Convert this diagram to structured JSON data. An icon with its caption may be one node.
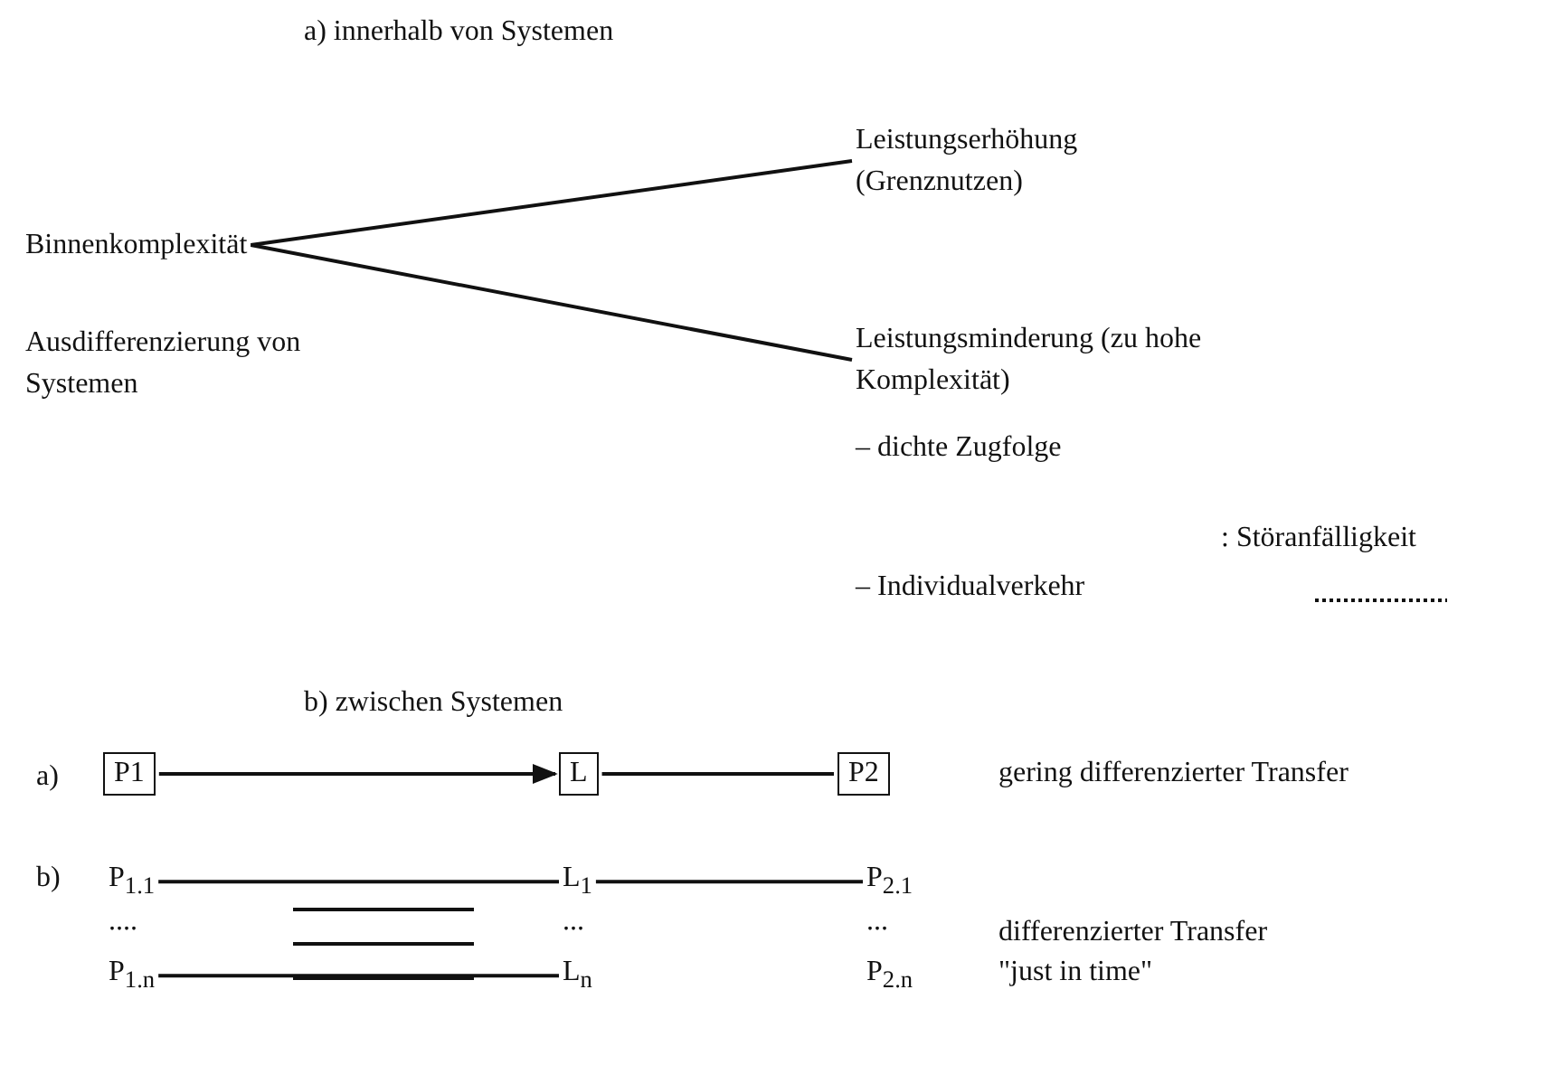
{
  "diagram": {
    "nodes": [
      {
        "text": [
          "Binnenkomplexität"
        ]
      },
      {
        "text": [
          "Ausdifferenzierung von Systemen"
        ]
      },
      {
        "text": [
          "Leistungserhöhung (Grenznutzen)"
        ]
      },
      {
        "text": [
          "Leistungsminderung (zu hohe Komplexität)"
        ]
      },
      {
        "text": [
          "P1"
        ]
      },
      {
        "text": [
          "L"
        ]
      },
      {
        "text": [
          "P2"
        ]
      },
      {
        "text": [
          "P$_{1.1}$"
        ]
      },
      {
        "text": [
          "L$_{1}$"
        ]
      },
      {
        "text": [
          "P$_{2.1}$"
        ]
      },
      {
        "text": [
          "P$_{1.n}$"
        ]
      },
      {
        "text": [
          "L$_{n}$"
        ]
      },
      {
        "text": [
          "P$_{2.n}$"
        ]
      }
    ],
    "edges": [
      {
        "from": 0,
        "to": 2,
        "arrow": "none"
      },
      {
        "from": 0,
        "to": 3,
        "arrow": "none"
      },
      {
        "from": 4,
        "to": 5,
        "arrow": "to"
      },
      {
        "from": 5,
        "to": 6,
        "arrow": "none"
      },
      {
        "from": 7,
        "to": 8,
        "arrow": "none"
      },
      {
        "from": 8,
        "to": 9,
        "arrow": "none"
      },
      {
        "from": 10,
        "to": 11,
        "arrow": "none"
      }
    ],
    "labels": [
      "a) innerhalb von Systemen",
      "– dichte Zugfolge",
      ": Störanfälligkeit",
      "– Individualverkehr",
      "b) zwischen Systemen",
      "a)",
      "gering differenzierter Transfer",
      "b)",
      "....",
      "...",
      "...",
      "differenzierter Transfer",
      "\"just in time\""
    ]
  }
}
